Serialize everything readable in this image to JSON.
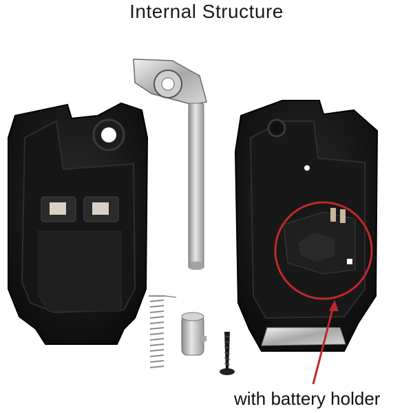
{
  "title": "Internal Structure",
  "annotation": {
    "label": "with battery holder",
    "highlight_color": "#c0282d"
  },
  "parts": [
    "key-shell-button-side",
    "flip-key-blade",
    "key-shell-battery-side",
    "spring",
    "pin-sleeve",
    "screw"
  ]
}
